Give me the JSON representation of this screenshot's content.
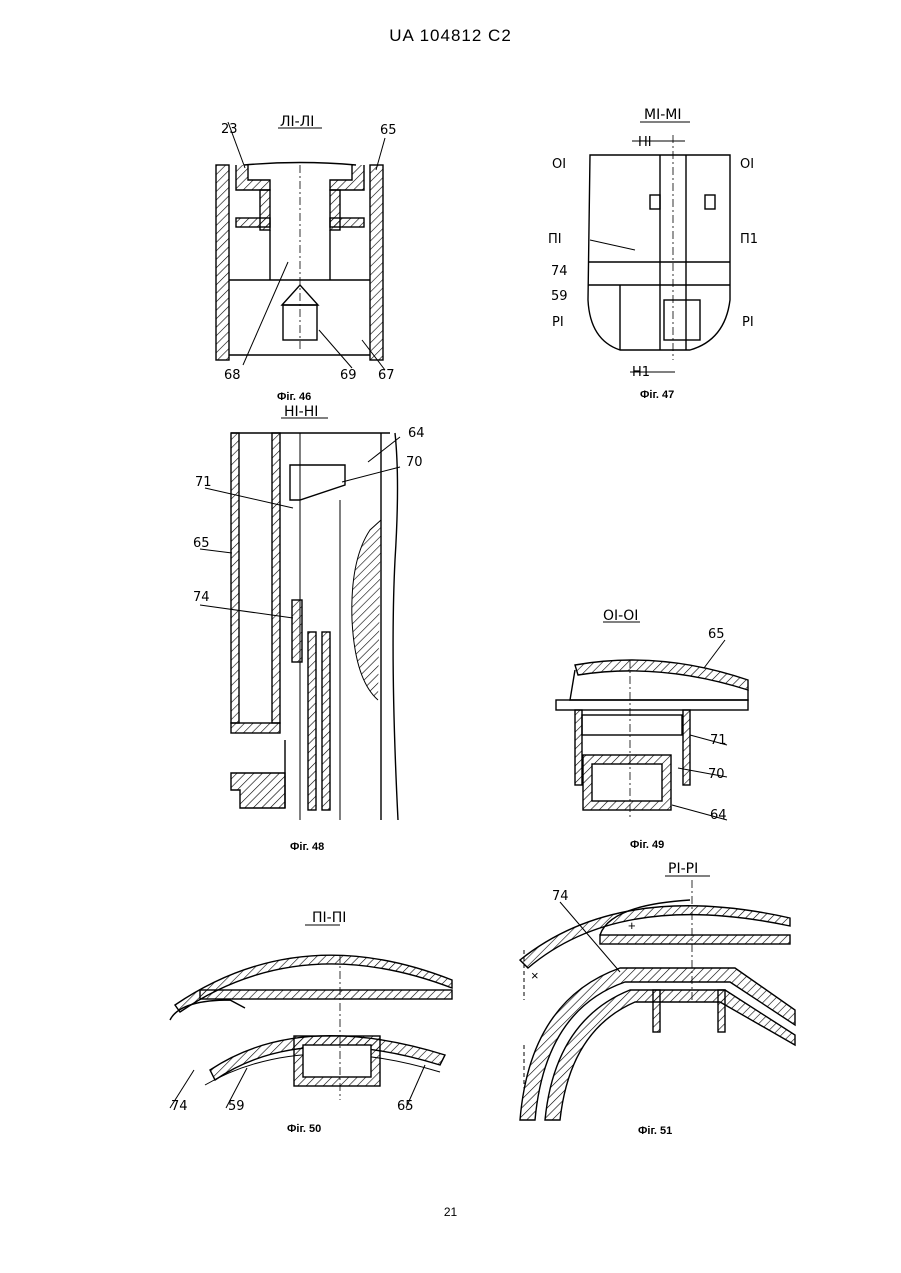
{
  "header": {
    "doc_id": "UA   104812   C2"
  },
  "page_number": "21",
  "figures": [
    {
      "caption": "Фіг. 46",
      "section": "ЛІ-ЛІ",
      "labels": {
        "l23": "23",
        "l65": "65",
        "l68": "68",
        "l69": "69",
        "l67": "67"
      }
    },
    {
      "caption": "Фіг. 47",
      "section": "МІ-МІ",
      "labels": {
        "h_top": "НІ",
        "h_bot": "Н1",
        "o_left": "ОІ",
        "o_right": "ОІ",
        "p_left": "ПІ",
        "p_right": "П1",
        "r_left": "РІ",
        "r_right": "РІ",
        "l74": "74",
        "l59": "59"
      }
    },
    {
      "caption": "Фіг. 48",
      "section": "НІ-НІ",
      "labels": {
        "l64": "64",
        "l70": "70",
        "l71": "71",
        "l65": "65",
        "l74": "74"
      }
    },
    {
      "caption": "Фіг. 49",
      "section": "ОІ-ОІ",
      "labels": {
        "l65": "65",
        "l71": "71",
        "l70": "70",
        "l64": "64"
      }
    },
    {
      "caption": "Фіг. 50",
      "section": "ПІ-ПІ",
      "labels": {
        "l74": "74",
        "l59": "59",
        "l65": "65"
      }
    },
    {
      "caption": "Фіг. 51",
      "section": "РІ-РІ",
      "labels": {
        "l74": "74"
      }
    }
  ]
}
